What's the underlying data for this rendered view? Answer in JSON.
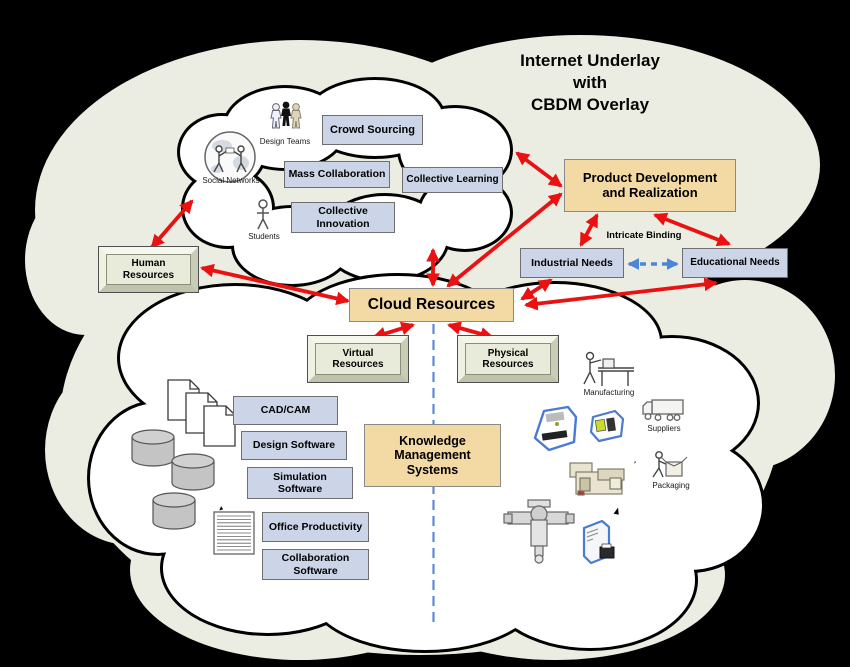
{
  "header": {
    "title": "Internet Underlay\nwith\nCBDM Overlay"
  },
  "collaboration_cloud": {
    "boxes": {
      "crowd_sourcing": "Crowd Sourcing",
      "mass_collaboration": "Mass Collaboration",
      "collective_learning": "Collective Learning",
      "collective_innovation": "Collective\nInnovation"
    },
    "actors": {
      "design_teams": "Design Teams",
      "social_networks": "Social Networks",
      "students": "Students"
    }
  },
  "overlay_nodes": {
    "product_development": "Product Development\nand Realization",
    "human_resources": "Human\nResources",
    "industrial_needs": "Industrial Needs",
    "educational_needs": "Educational Needs",
    "intricate_binding": "Intricate Binding",
    "cloud_resources": "Cloud Resources"
  },
  "resources_cloud": {
    "virtual_resources": "Virtual\nResources",
    "physical_resources": "Physical\nResources",
    "knowledge_management": "Knowledge\nManagement\nSystems",
    "software": [
      "CAD/CAM",
      "Design Software",
      "Simulation\nSoftware",
      "Office Productivity",
      "Collaboration\nSoftware"
    ],
    "process_labels": {
      "manufacturing": "Manufacturing",
      "suppliers": "Suppliers",
      "packaging": "Packaging"
    }
  },
  "colors": {
    "background": "#000000",
    "outer_cloud": "#ECEDE2",
    "inner_cloud": "#FFFFFF",
    "tan_box": "#F3D9A4",
    "blue_box": "#CBD5E7",
    "bevel_box": "#E9EBDA",
    "arrow_red": "#E91111",
    "arrow_blue": "#4E86D6"
  }
}
